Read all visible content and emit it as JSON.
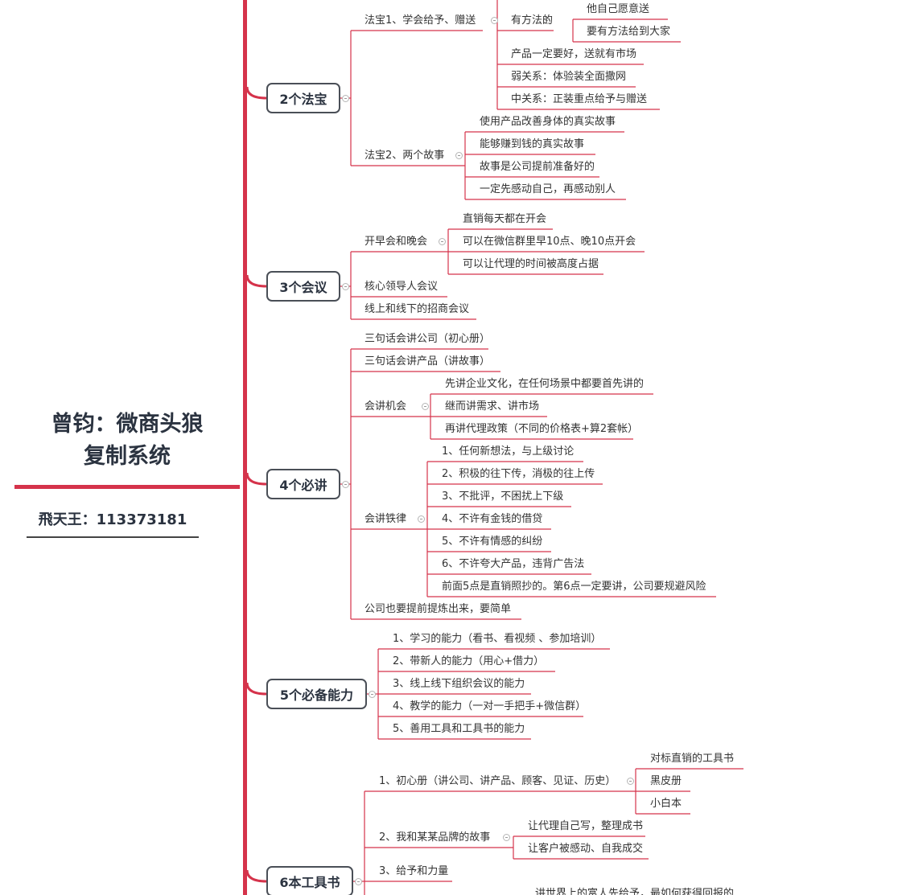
{
  "root": {
    "title_line1": "曾钧：微商头狼",
    "title_line2": "复制系统",
    "subtitle": "飛天王：113373181"
  },
  "colors": {
    "accent": "#d5334b",
    "text": "#333333",
    "border": "#4a4f57"
  },
  "topics": [
    {
      "label": "2个法宝"
    },
    {
      "label": "3个会议"
    },
    {
      "label": "4个必讲"
    },
    {
      "label": "5个必备能力"
    },
    {
      "label": "6本工具书"
    }
  ],
  "nodes": {
    "fb1": "法宝1、学会给予、赠送",
    "yff": "有方法的",
    "yff_1": "他自己愿意送",
    "yff_2": "要有方法给到大家",
    "fb1_2": "产品一定要好，送就有市场",
    "fb1_3": "弱关系：体验装全面撒网",
    "fb1_4": "中关系：正装重点给予与赠送",
    "fb2": "法宝2、两个故事",
    "fb2_1": "使用产品改善身体的真实故事",
    "fb2_2": "能够赚到钱的真实故事",
    "fb2_3": "故事是公司提前准备好的",
    "fb2_4": "一定先感动自己，再感动别人",
    "hy1": "开早会和晚会",
    "hy1_1": "直销每天都在开会",
    "hy1_2": "可以在微信群里早10点、晚10点开会",
    "hy1_3": "可以让代理的时间被高度占据",
    "hy2": "核心领导人会议",
    "hy3": "线上和线下的招商会议",
    "bj1": "三句话会讲公司（初心册）",
    "bj2": "三句话会讲产品（讲故事）",
    "bj3": "会讲机会",
    "bj3_1": "先讲企业文化，在任何场景中都要首先讲的",
    "bj3_2": "继而讲需求、讲市场",
    "bj3_3": "再讲代理政策（不同的价格表+算2套帐）",
    "bj4": "会讲铁律",
    "bj4_1": "1、任何新想法，与上级讨论",
    "bj4_2": "2、积极的往下传，消极的往上传",
    "bj4_3": "3、不批评，不困扰上下级",
    "bj4_4": "4、不许有金钱的借贷",
    "bj4_5": "5、不许有情感的纠纷",
    "bj4_6": "6、不许夸大产品，违背广告法",
    "bj4_7": "前面5点是直销照抄的。第6点一定要讲，公司要规避风险",
    "bj5": "公司也要提前提炼出来，要简单",
    "nl1": "1、学习的能力（看书、看视频 、参加培训）",
    "nl2": "2、带新人的能力（用心+借力）",
    "nl3": "3、线上线下组织会议的能力",
    "nl4": "4、教学的能力（一对一手把手+微信群）",
    "nl5": "5、善用工具和工具书的能力",
    "gj1": "1、初心册（讲公司、讲产品、顾客、见证、历史）",
    "gj1_1": "对标直销的工具书",
    "gj1_2": "黑皮册",
    "gj1_3": "小白本",
    "gj2": "2、我和某某品牌的故事",
    "gj2_1": "让代理自己写，整理成书",
    "gj2_2": "让客户被感动、自我成交",
    "gj3": "3、给予和力量",
    "gj3_1": "讲世界上的富人先给予，最如何获得回报的"
  }
}
